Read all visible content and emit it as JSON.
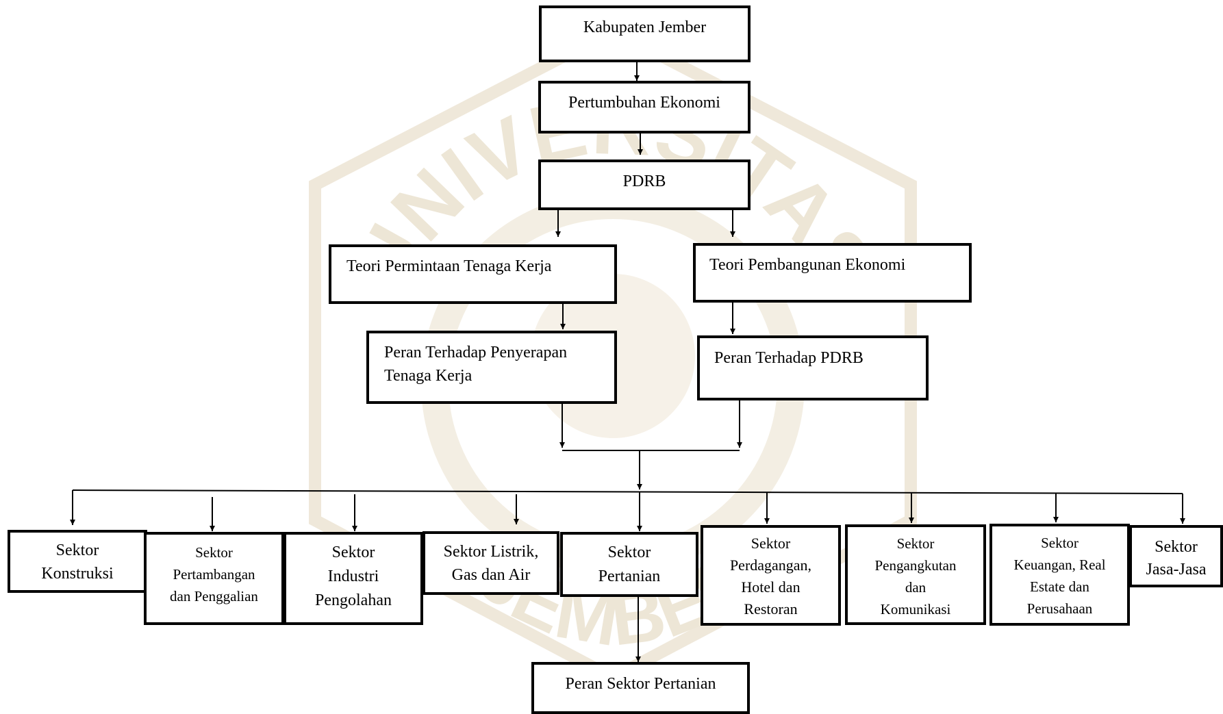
{
  "nodes": {
    "kabupaten": "Kabupaten Jember",
    "pertumbuhan": "Pertumbuhan Ekonomi",
    "pdrb": "PDRB",
    "teori_permintaan": "Teori Permintaan Tenaga Kerja",
    "teori_pembangunan": "Teori Pembangunan Ekonomi",
    "peran_penyerapan": [
      "Peran Terhadap Penyerapan",
      "Tenaga Kerja"
    ],
    "peran_pdrb": "Peran Terhadap PDRB",
    "peran_pertanian": "Peran Sektor Pertanian"
  },
  "sectors": {
    "konstruksi": [
      "Sektor",
      "Konstruksi"
    ],
    "pertambangan": [
      "Sektor",
      "Pertambangan",
      "dan Penggalian"
    ],
    "industri": [
      "Sektor",
      "Industri",
      "Pengolahan"
    ],
    "listrik": [
      "Sektor Listrik,",
      "Gas dan Air"
    ],
    "pertanian": [
      "Sektor",
      "Pertanian"
    ],
    "perdagangan": [
      "Sektor",
      "Perdagangan,",
      "Hotel dan",
      "Restoran"
    ],
    "pengangkutan": [
      "Sektor",
      "Pengangkutan",
      "dan",
      "Komunikasi"
    ],
    "keuangan": [
      "Sektor",
      "Keuangan, Real",
      "Estate dan",
      "Perusahaan"
    ],
    "jasa": [
      "Sektor",
      "Jasa-Jasa"
    ]
  },
  "watermark": {
    "top_text": "UNIVERSITAS",
    "bottom_text": "JEMBER",
    "color": "#ede6d6"
  }
}
